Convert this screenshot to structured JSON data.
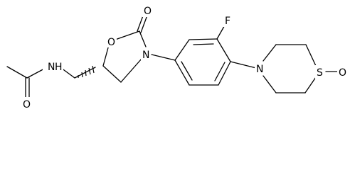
{
  "molecule": {
    "atoms": {
      "N_amide": "N",
      "H_amide": "H",
      "O_acetyl": "O",
      "O_ring": "O",
      "O_carbonyl": "O",
      "N_ring": "N",
      "F": "F",
      "N_thio": "N",
      "S": "S",
      "O_sulfoxide": "O"
    }
  }
}
